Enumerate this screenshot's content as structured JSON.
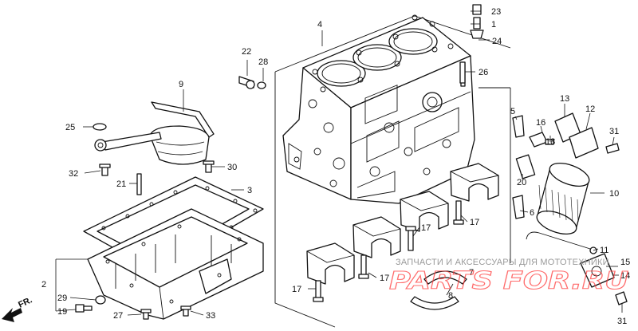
{
  "callouts": {
    "c1": "1",
    "c2": "2",
    "c4": "4",
    "c5": "5",
    "c6": "6",
    "c7": "7",
    "c8": "8",
    "c9": "9",
    "c10": "10",
    "c11": "11",
    "c12": "12",
    "c13": "13",
    "c14": "14",
    "c15": "15",
    "c16": "16",
    "c17a": "17",
    "c17b": "17",
    "c17c": "17",
    "c17d": "17",
    "c18": "18",
    "c19": "19",
    "c20": "20",
    "c21": "21",
    "c22": "22",
    "c23": "23",
    "c24": "24",
    "c25": "25",
    "c26": "26",
    "c27": "27",
    "c28": "28",
    "c29": "29",
    "c30": "30",
    "c31a": "31",
    "c31b": "31",
    "c32": "32",
    "c33": "33",
    "c3": "3"
  },
  "direction_label": "FR.",
  "watermark": {
    "caption": "ЗАПЧАСТИ И АКСЕССУАРЫ ДЛЯ МОТОТЕХНИКИ",
    "logo": "PARTS FOR.RU"
  },
  "colors": {
    "ink": "#111111",
    "watermark_red": "#ff3b3b",
    "watermark_gray": "#9a9a9a",
    "background": "#ffffff"
  }
}
